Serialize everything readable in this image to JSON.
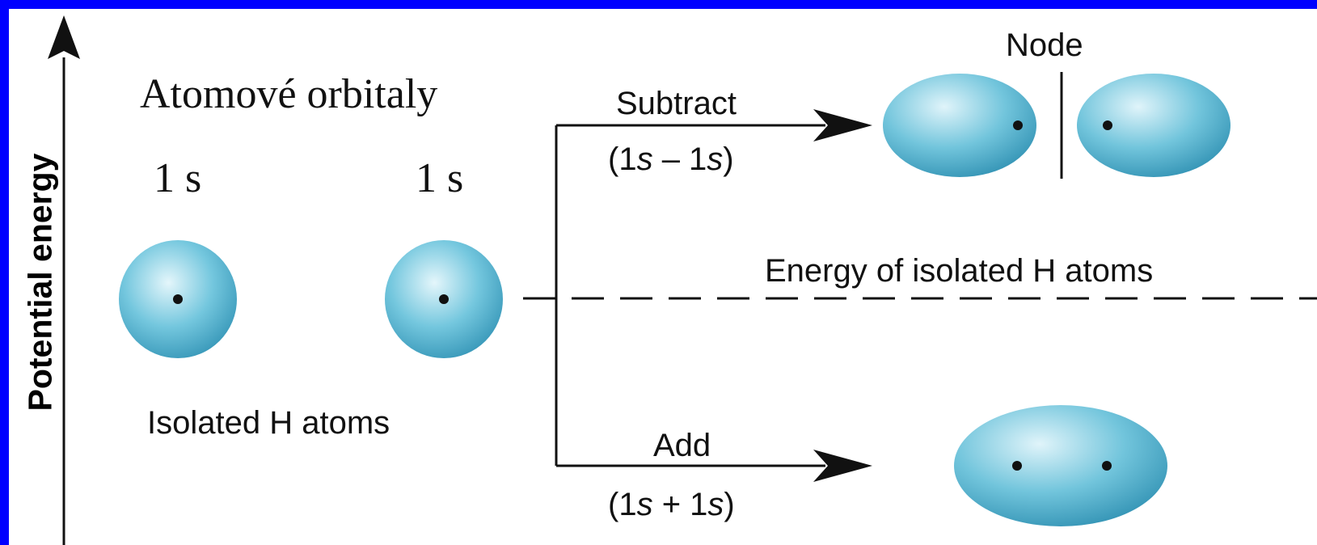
{
  "frame": {
    "border_color": "#0000ff",
    "background": "#ffffff"
  },
  "axis": {
    "label": "Potential energy"
  },
  "title": "Atomové orbitaly",
  "orbitals": [
    {
      "label": "1 s"
    },
    {
      "label": "1 s"
    }
  ],
  "isolated_caption": "Isolated H atoms",
  "reference_line": {
    "label": "Energy of isolated H atoms"
  },
  "subtract": {
    "label": "Subtract",
    "formula_prefix": "(1",
    "formula_mid": " – 1",
    "formula_suffix": ")",
    "italic": "s"
  },
  "add": {
    "label": "Add",
    "formula_prefix": "(1",
    "formula_mid": " + 1",
    "formula_suffix": ")",
    "italic": "s"
  },
  "node_label": "Node",
  "colors": {
    "orbital_light": "#d6f1f8",
    "orbital_mid": "#6fc3db",
    "orbital_dark": "#3a9fbf",
    "line": "#111111"
  }
}
